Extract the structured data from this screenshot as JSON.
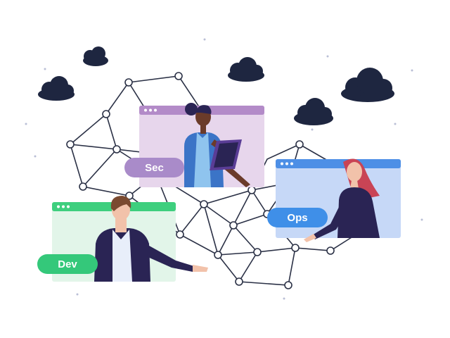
{
  "labels": {
    "sec": "Sec",
    "ops": "Ops",
    "dev": "Dev"
  },
  "colors": {
    "background": "#ffffff",
    "cloud": "#1e2640",
    "network_line": "#2b3146",
    "node_fill": "#ffffff",
    "sec_window": "#e7d6ec",
    "sec_titlebar": "#b38bc8",
    "sec_pill": "#a98bc9",
    "ops_window": "#c6d8f7",
    "ops_titlebar": "#4d8fe6",
    "ops_pill": "#3f8fe8",
    "dev_window": "#e2f5e9",
    "dev_titlebar": "#3ecf7e",
    "dev_pill": "#34c87a",
    "jacket_dark": "#2a2454",
    "shirt_blue": "#3b74c7",
    "tablet_purple": "#5a3d96",
    "skin_light": "#f2c2aa",
    "skin_dark": "#6b3b2a",
    "hair_red": "#c94455",
    "hair_brown": "#7a4a30"
  },
  "icons": [
    "cloud-icon",
    "window-dots-icon",
    "tablet-icon"
  ]
}
